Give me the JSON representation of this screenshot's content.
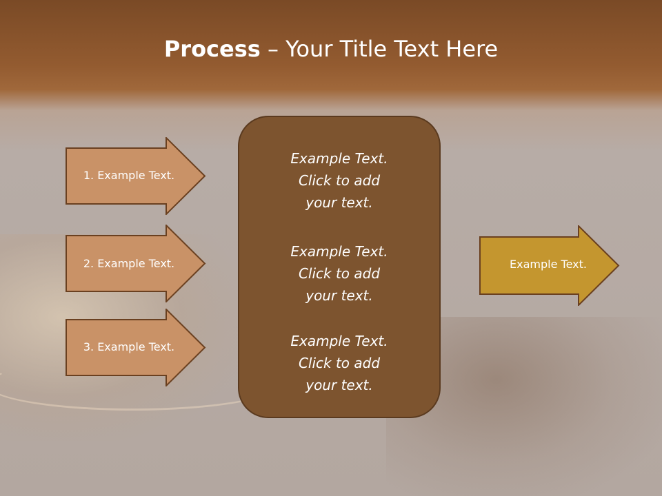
{
  "slide": {
    "title_bold": "Process",
    "title_rest": " – Your Title Text Here"
  },
  "left_arrows": [
    {
      "label": "1. Example Text."
    },
    {
      "label": "2. Example Text."
    },
    {
      "label": "3. Example Text."
    }
  ],
  "center_box": {
    "blocks": [
      {
        "lines": [
          "Example Text.",
          "Click  to add",
          "your text."
        ]
      },
      {
        "lines": [
          "Example Text.",
          "Click  to add",
          "your text."
        ]
      },
      {
        "lines": [
          "Example Text.",
          "Click  to add",
          "your text."
        ]
      }
    ]
  },
  "right_arrow": {
    "label": "Example Text."
  },
  "colors": {
    "left_arrow_fill": "#c99267",
    "arrow_stroke": "#6a4020",
    "right_arrow_fill": "#c4962f",
    "center_fill": "#7d542f"
  }
}
